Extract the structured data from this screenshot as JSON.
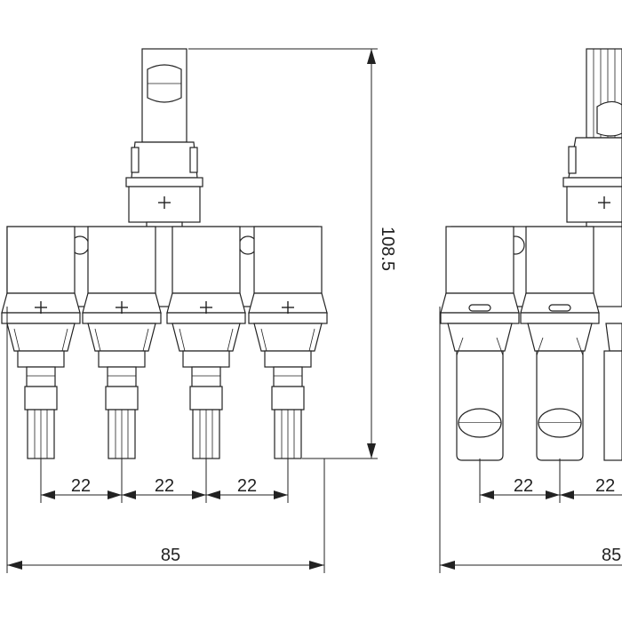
{
  "dimensions": {
    "height_total": "108.5",
    "pitch_left": [
      "22",
      "22",
      "22"
    ],
    "width_left": "85",
    "pitch_right": [
      "22",
      "22"
    ],
    "width_right": "85"
  }
}
